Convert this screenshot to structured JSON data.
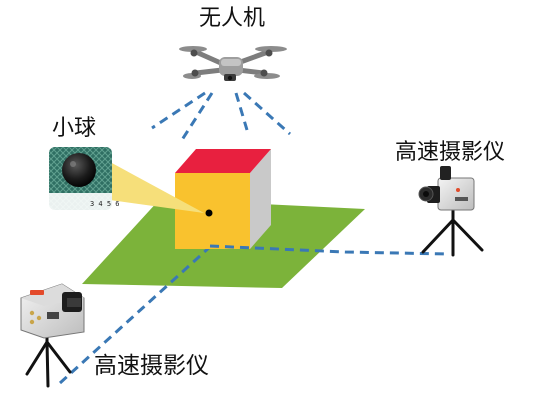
{
  "labels": {
    "drone": "无人机",
    "ball": "小球",
    "camera_right": "高速摄影仪",
    "camera_left": "高速摄影仪"
  },
  "scale_digits": "3 4 5 6",
  "colors": {
    "ground": "#7cb33a",
    "cube_front": "#f9c22e",
    "cube_top": "#e8203f",
    "cube_side": "#c9c9c9",
    "callout": "#f6df7a",
    "sight_line": "#3a78b5",
    "tripod": "#111111"
  },
  "icons": [
    "drone-icon",
    "ball-photo-icon",
    "high-speed-camera-icon",
    "tripod-icon"
  ]
}
